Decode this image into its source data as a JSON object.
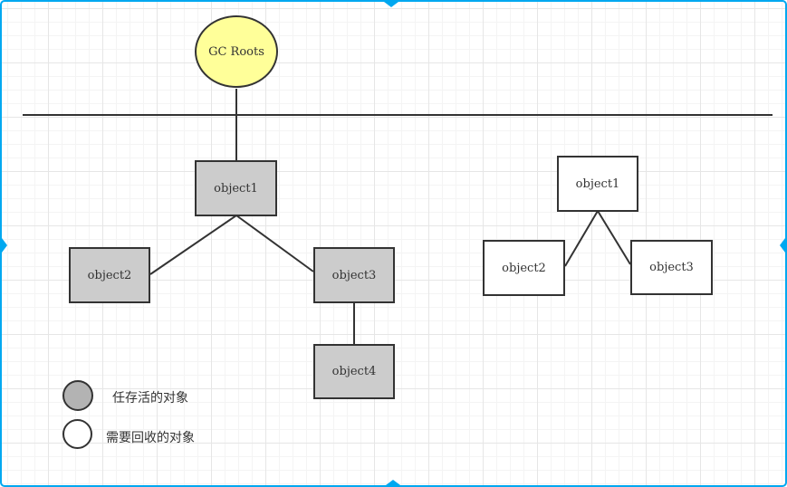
{
  "canvas": {
    "selection_color": "#00a8f0",
    "grid_minor_color": "#f4f4f4",
    "grid_major_color": "#e6e6e6",
    "background": "#ffffff"
  },
  "nodes": {
    "gc_roots": "GC Roots",
    "left": {
      "object1": "object1",
      "object2": "object2",
      "object3": "object3",
      "object4": "object4"
    },
    "right": {
      "object1": "object1",
      "object2": "object2",
      "object3": "object3"
    }
  },
  "legend": {
    "alive_label": "任存活的对象",
    "garbage_label": "需要回收的对象"
  },
  "colors": {
    "root_fill": "#ffff99",
    "alive_fill": "#cccccc",
    "legend_alive_fill": "#b3b3b3",
    "garbage_fill": "#ffffff",
    "stroke": "#333333"
  }
}
